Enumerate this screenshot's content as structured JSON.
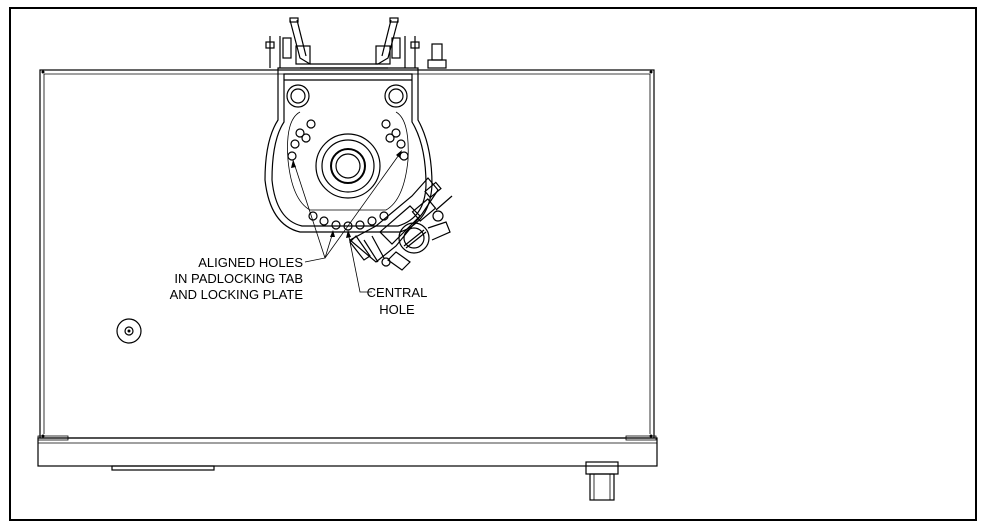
{
  "callouts": {
    "aligned_holes": {
      "line1": "ALIGNED HOLES",
      "line2": "IN PADLOCKING TAB",
      "line3": "AND LOCKING PLATE"
    },
    "central_hole": {
      "line1": "CENTRAL",
      "line2": "HOLE"
    }
  },
  "colors": {
    "line": "#000000",
    "background": "#ffffff"
  }
}
